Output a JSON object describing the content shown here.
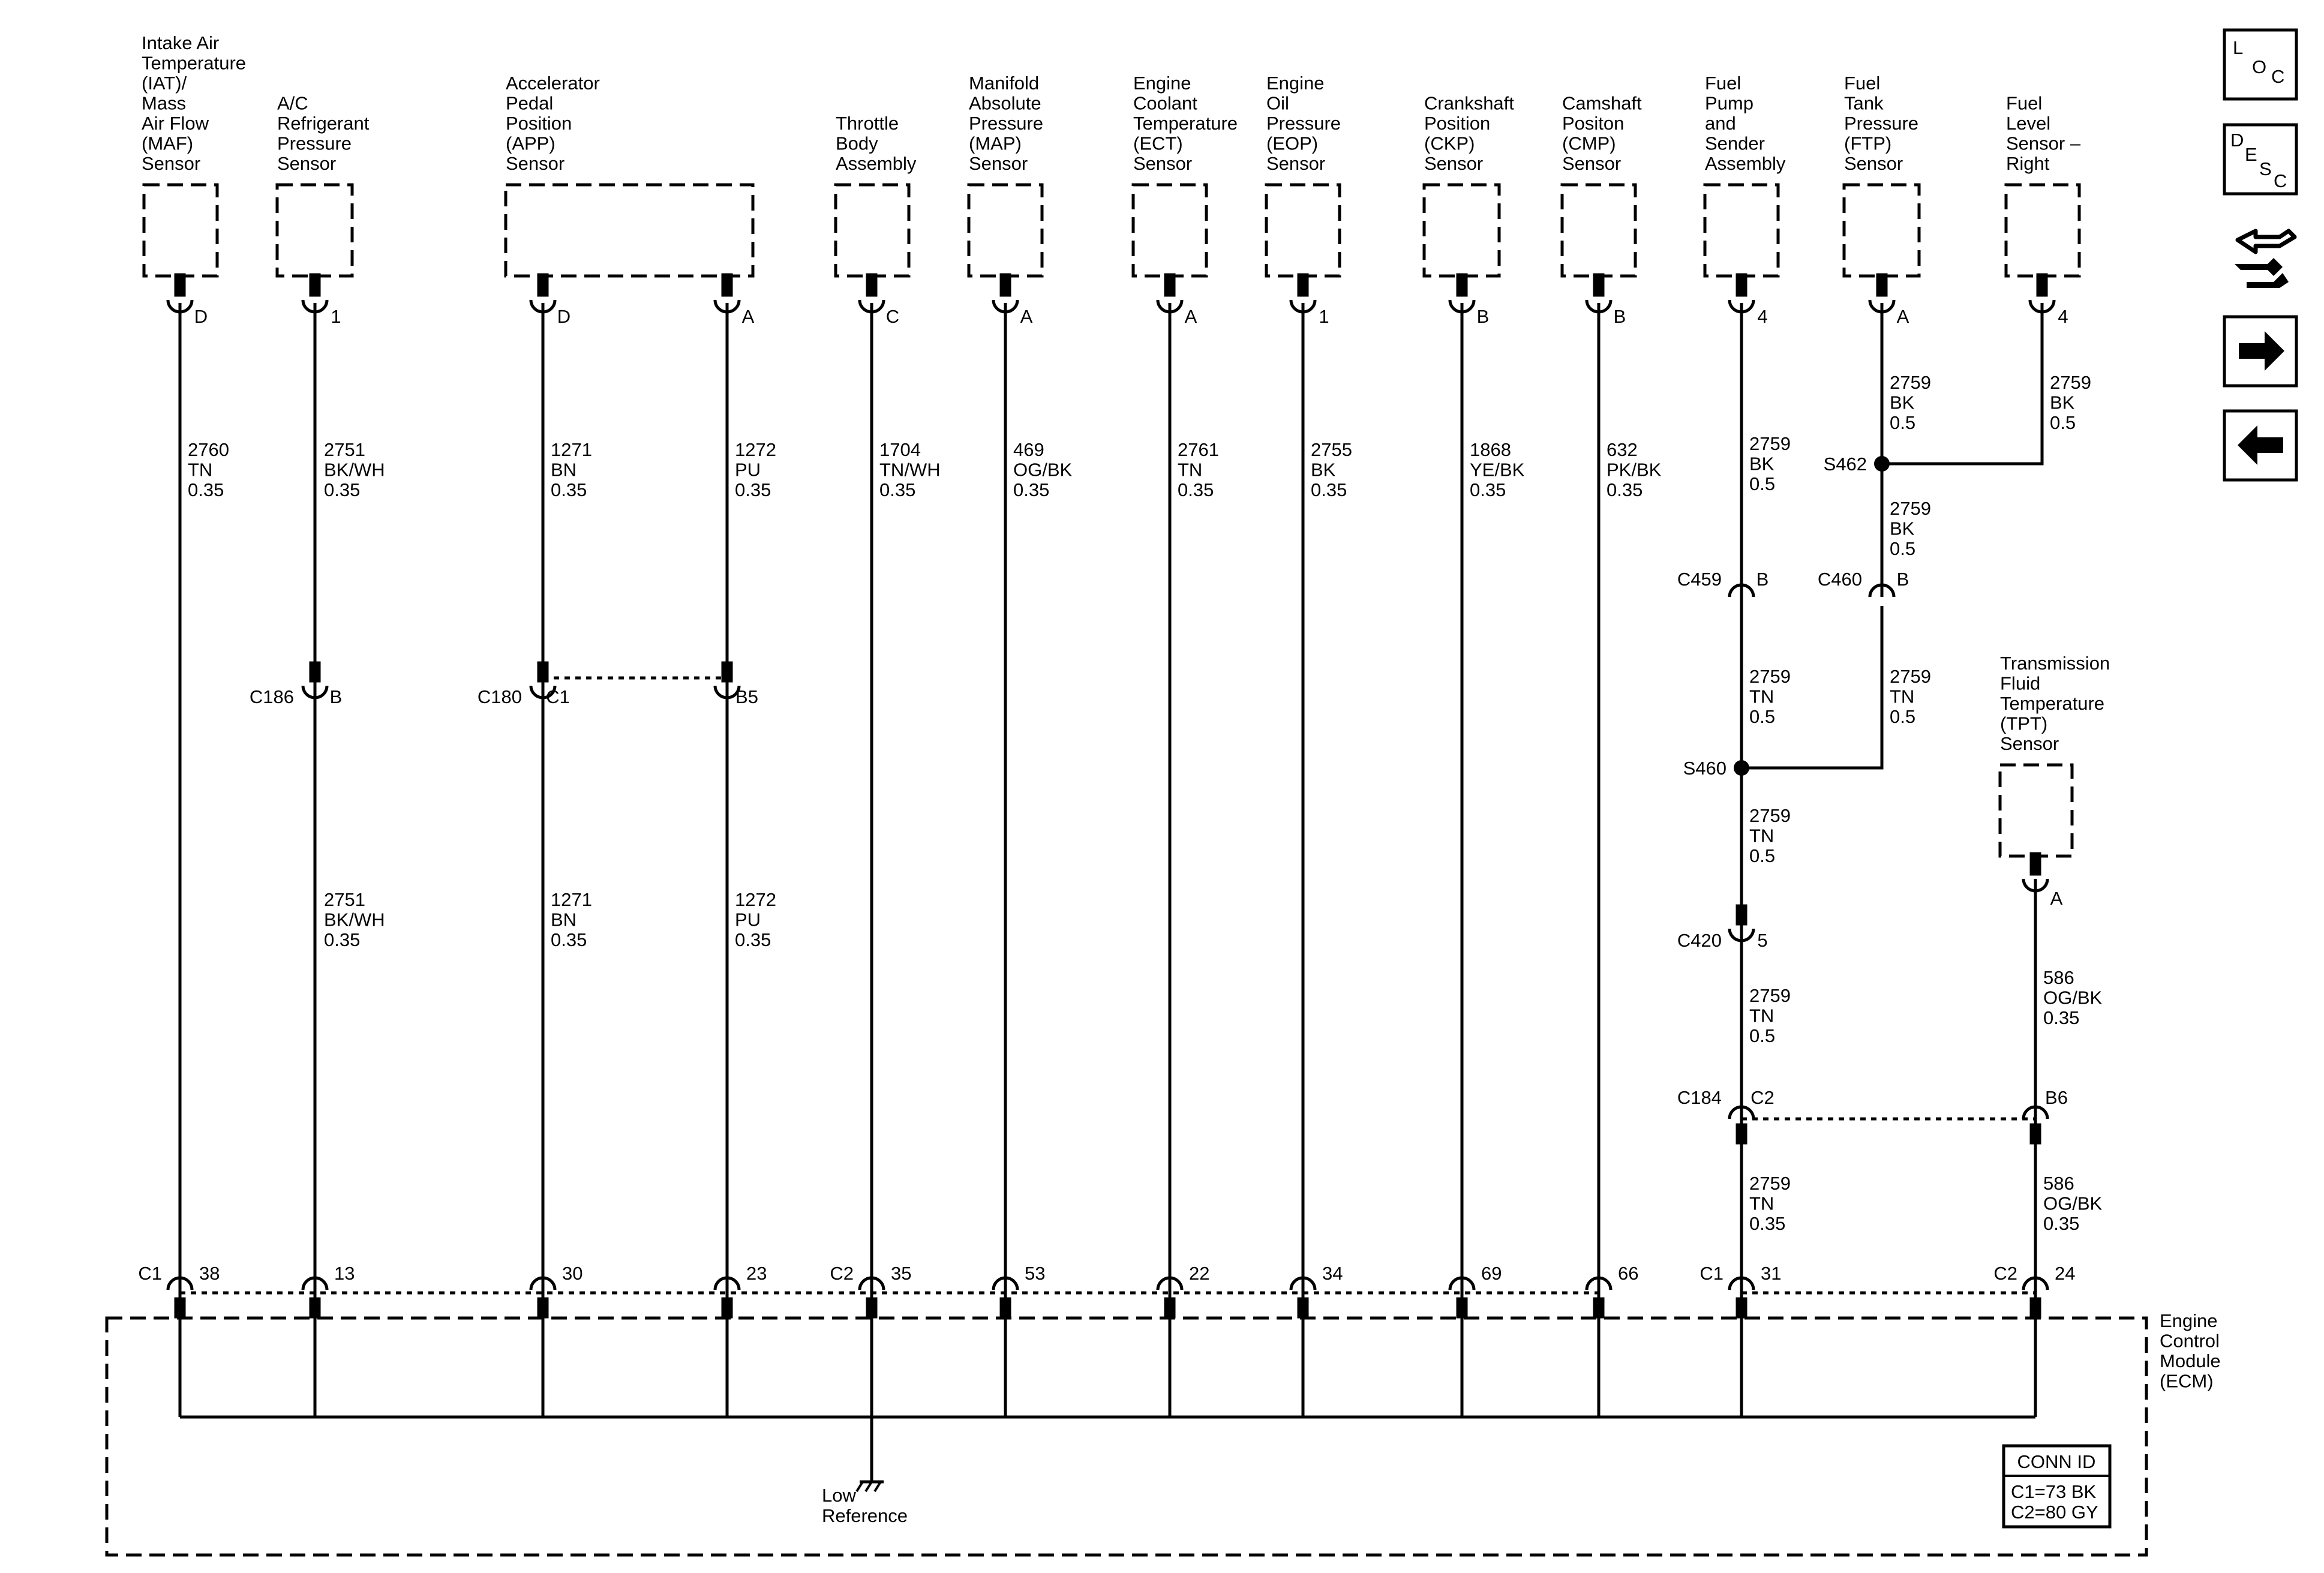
{
  "components": [
    {
      "id": "iat",
      "lines": [
        "Intake Air",
        "Temperature",
        "(IAT)/",
        "Mass",
        "Air Flow",
        "(MAF)",
        "Sensor"
      ]
    },
    {
      "id": "acp",
      "lines": [
        "A/C",
        "Refrigerant",
        "Pressure",
        "Sensor"
      ]
    },
    {
      "id": "app",
      "lines": [
        "Accelerator",
        "Pedal",
        "Position",
        "(APP)",
        "Sensor"
      ]
    },
    {
      "id": "tb",
      "lines": [
        "Throttle",
        "Body",
        "Assembly"
      ]
    },
    {
      "id": "map",
      "lines": [
        "Manifold",
        "Absolute",
        "Pressure",
        "(MAP)",
        "Sensor"
      ]
    },
    {
      "id": "ect",
      "lines": [
        "Engine",
        "Coolant",
        "Temperature",
        "(ECT)",
        "Sensor"
      ]
    },
    {
      "id": "eop",
      "lines": [
        "Engine",
        "Oil",
        "Pressure",
        "(EOP)",
        "Sensor"
      ]
    },
    {
      "id": "ckp",
      "lines": [
        "Crankshaft",
        "Position",
        "(CKP)",
        "Sensor"
      ]
    },
    {
      "id": "cmp",
      "lines": [
        "Camshaft",
        "Positon",
        "(CMP)",
        "Sensor"
      ]
    },
    {
      "id": "fps",
      "lines": [
        "Fuel",
        "Pump",
        "and",
        "Sender",
        "Assembly"
      ]
    },
    {
      "id": "ftp",
      "lines": [
        "Fuel",
        "Tank",
        "Pressure",
        "(FTP)",
        "Sensor"
      ]
    },
    {
      "id": "fls",
      "lines": [
        "Fuel",
        "Level",
        "Sensor –",
        "Right"
      ]
    },
    {
      "id": "tft",
      "lines": [
        "Transmission",
        "Fluid",
        "Temperature",
        "(TPT)",
        "Sensor"
      ]
    },
    {
      "id": "ecm",
      "lines": [
        "Engine",
        "Control",
        "Module",
        "(ECM)"
      ]
    }
  ],
  "sensor_pins": [
    {
      "id": "iat",
      "pin": "D"
    },
    {
      "id": "acp",
      "pin": "1"
    },
    {
      "id": "app1",
      "pin": "D"
    },
    {
      "id": "app2",
      "pin": "A"
    },
    {
      "id": "tb",
      "pin": "C"
    },
    {
      "id": "map",
      "pin": "A"
    },
    {
      "id": "ect",
      "pin": "A"
    },
    {
      "id": "eop",
      "pin": "1"
    },
    {
      "id": "ckp",
      "pin": "B"
    },
    {
      "id": "cmp",
      "pin": "B"
    },
    {
      "id": "fps",
      "pin": "4"
    },
    {
      "id": "ftp",
      "pin": "A"
    },
    {
      "id": "fls",
      "pin": "4"
    },
    {
      "id": "tft",
      "pin": "A"
    }
  ],
  "wire_labels": [
    {
      "id": "w1",
      "lines": [
        "2760",
        "TN",
        "0.35"
      ]
    },
    {
      "id": "w2",
      "lines": [
        "2751",
        "BK/WH",
        "0.35"
      ]
    },
    {
      "id": "w3",
      "lines": [
        "1271",
        "BN",
        "0.35"
      ]
    },
    {
      "id": "w4",
      "lines": [
        "1272",
        "PU",
        "0.35"
      ]
    },
    {
      "id": "w5",
      "lines": [
        "1704",
        "TN/WH",
        "0.35"
      ]
    },
    {
      "id": "w6",
      "lines": [
        "469",
        "OG/BK",
        "0.35"
      ]
    },
    {
      "id": "w7",
      "lines": [
        "2761",
        "TN",
        "0.35"
      ]
    },
    {
      "id": "w8",
      "lines": [
        "2755",
        "BK",
        "0.35"
      ]
    },
    {
      "id": "w9",
      "lines": [
        "1868",
        "YE/BK",
        "0.35"
      ]
    },
    {
      "id": "w10",
      "lines": [
        "632",
        "PK/BK",
        "0.35"
      ]
    },
    {
      "id": "w11",
      "lines": [
        "2759",
        "BK",
        "0.5"
      ]
    },
    {
      "id": "w12",
      "lines": [
        "2759",
        "BK",
        "0.5"
      ]
    },
    {
      "id": "w13",
      "lines": [
        "2759",
        "BK",
        "0.5"
      ]
    },
    {
      "id": "w14",
      "lines": [
        "2759",
        "BK",
        "0.5"
      ]
    },
    {
      "id": "w15",
      "lines": [
        "2759",
        "TN",
        "0.5"
      ]
    },
    {
      "id": "w16",
      "lines": [
        "2759",
        "TN",
        "0.5"
      ]
    },
    {
      "id": "w17",
      "lines": [
        "2751",
        "BK/WH",
        "0.35"
      ]
    },
    {
      "id": "w18",
      "lines": [
        "1271",
        "BN",
        "0.35"
      ]
    },
    {
      "id": "w19",
      "lines": [
        "1272",
        "PU",
        "0.35"
      ]
    },
    {
      "id": "w20",
      "lines": [
        "2759",
        "TN",
        "0.5"
      ]
    },
    {
      "id": "w21",
      "lines": [
        "2759",
        "TN",
        "0.5"
      ]
    },
    {
      "id": "w22",
      "lines": [
        "586",
        "OG/BK",
        "0.35"
      ]
    },
    {
      "id": "w23",
      "lines": [
        "2759",
        "TN",
        "0.35"
      ]
    },
    {
      "id": "w24",
      "lines": [
        "586",
        "OG/BK",
        "0.35"
      ]
    }
  ],
  "connectors": [
    {
      "id": "c459",
      "name": "C459",
      "pin": "B"
    },
    {
      "id": "c460",
      "name": "C460",
      "pin": "B"
    },
    {
      "id": "c186",
      "name": "C186",
      "pin": "B"
    },
    {
      "id": "c180a",
      "name": "C180",
      "pin": "C1"
    },
    {
      "id": "c180b",
      "name": "",
      "pin": "B5"
    },
    {
      "id": "c420",
      "name": "C420",
      "pin": "5"
    },
    {
      "id": "c184a",
      "name": "C184",
      "pin": "C2"
    },
    {
      "id": "c184b",
      "name": "",
      "pin": "B6"
    }
  ],
  "splices": [
    {
      "id": "s462",
      "name": "S462"
    },
    {
      "id": "s460",
      "name": "S460"
    }
  ],
  "ecm_pins": [
    {
      "id": "e1",
      "conn": "C1",
      "pin": "38"
    },
    {
      "id": "e2",
      "conn": "",
      "pin": "13"
    },
    {
      "id": "e3",
      "conn": "",
      "pin": "30"
    },
    {
      "id": "e4",
      "conn": "",
      "pin": "23"
    },
    {
      "id": "e5",
      "conn": "C2",
      "pin": "35"
    },
    {
      "id": "e6",
      "conn": "",
      "pin": "53"
    },
    {
      "id": "e7",
      "conn": "",
      "pin": "22"
    },
    {
      "id": "e8",
      "conn": "",
      "pin": "34"
    },
    {
      "id": "e9",
      "conn": "",
      "pin": "69"
    },
    {
      "id": "e10",
      "conn": "",
      "pin": "66"
    },
    {
      "id": "e11",
      "conn": "C1",
      "pin": "31"
    },
    {
      "id": "e12",
      "conn": "C2",
      "pin": "24"
    }
  ],
  "ground": {
    "lines": [
      "Low",
      "Reference"
    ]
  },
  "conn_id": {
    "title": "CONN ID",
    "rows": [
      "C1=73 BK",
      "C2=80 GY"
    ]
  },
  "nav_buttons": [
    {
      "id": "loc",
      "letters": [
        "L",
        "O",
        "C"
      ]
    },
    {
      "id": "desc",
      "letters": [
        "D",
        "E",
        "S",
        "C"
      ]
    }
  ],
  "icons": [
    "connector-end-view-icon",
    "arrow-right-icon",
    "arrow-left-icon"
  ]
}
